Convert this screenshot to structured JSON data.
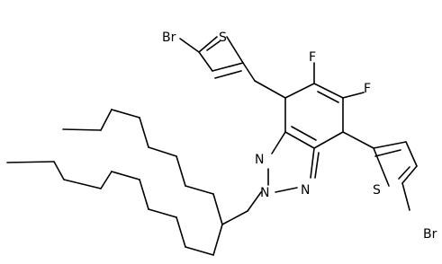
{
  "molecule": {
    "atom_labels": {
      "br_top": "Br",
      "s_top": "S",
      "f_left": "F",
      "f_right": "F",
      "s_bottom": "S",
      "br_bottom": "Br",
      "n_left": "N",
      "n_center": "N",
      "n_right": "N"
    }
  }
}
